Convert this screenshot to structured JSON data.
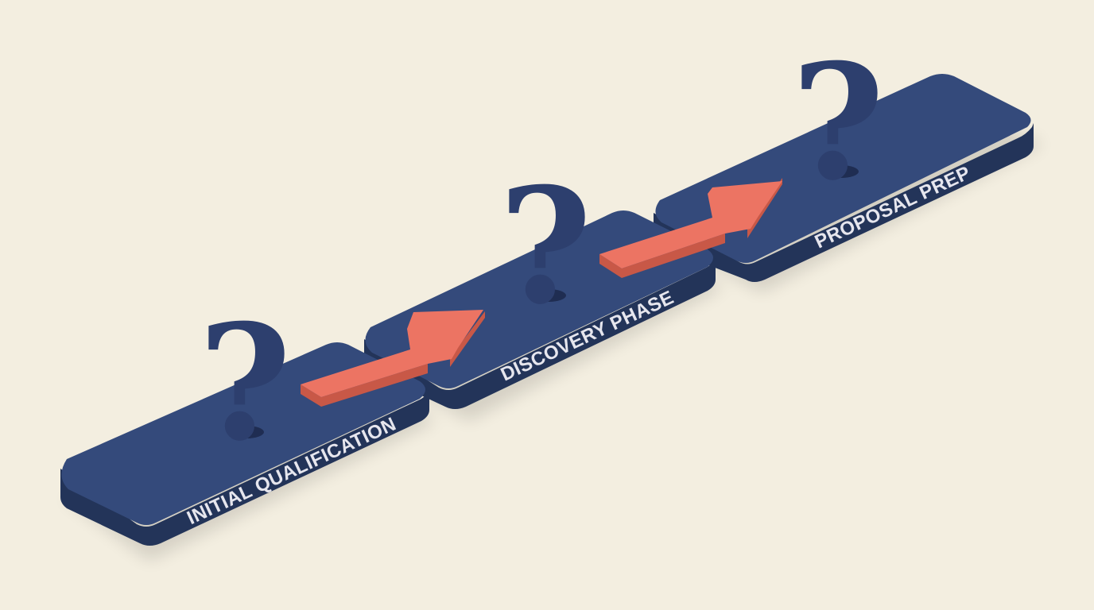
{
  "colors": {
    "background": "#f3eee0",
    "platform_top": "#344a7b",
    "platform_side": "#233459",
    "platform_edge": "#2b3e6a",
    "arrow_top": "#ec7463",
    "arrow_side": "#c85847",
    "question_mark": "#2d3f6e",
    "label_text": "#e6e6ee"
  },
  "icons": [
    "question-mark-icon",
    "arrow-right-icon"
  ],
  "stages": [
    {
      "label": "INITIAL QUALIFICATION"
    },
    {
      "label": "DISCOVERY PHASE"
    },
    {
      "label": "PROPOSAL PREP"
    }
  ]
}
